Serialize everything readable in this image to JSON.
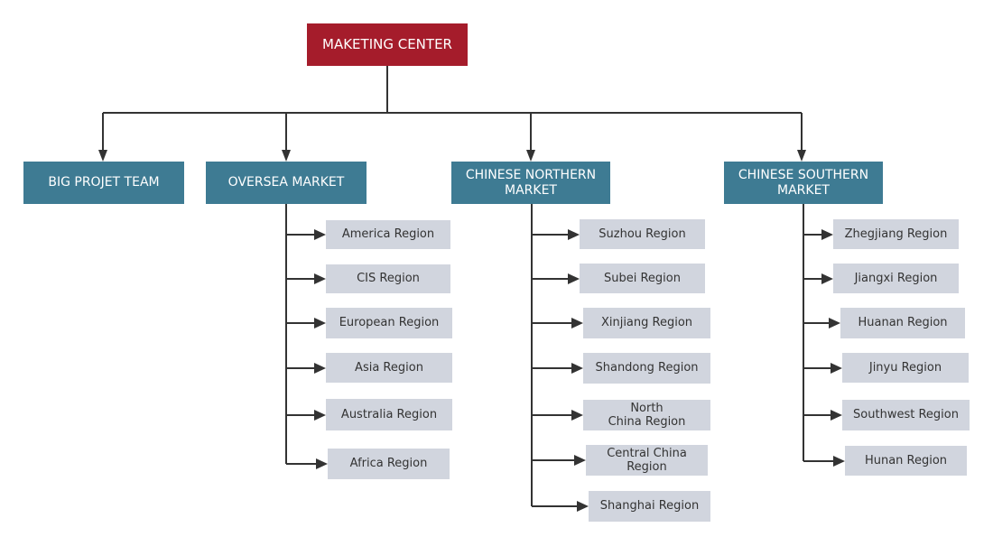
{
  "colors": {
    "root_fill": "#a51c2b",
    "market_fill": "#3e7b93",
    "region_fill": "#d1d5de",
    "connector": "#333333"
  },
  "root": {
    "label": "MAKETING CENTER"
  },
  "markets": [
    {
      "label": "BIG PROJET TEAM",
      "regions": []
    },
    {
      "label": "OVERSEA MARKET",
      "regions": [
        "America Region",
        "CIS Region",
        "European Region",
        "Asia Region",
        "Australia Region",
        "Africa Region"
      ]
    },
    {
      "label": "CHINESE NORTHERN\nMARKET",
      "regions": [
        "Suzhou Region",
        "Subei Region",
        "Xinjiang Region",
        "Shandong Region",
        "North\nChina Region",
        "Central China\nRegion",
        "Shanghai Region"
      ]
    },
    {
      "label": "CHINESE SOUTHERN\nMARKET",
      "regions": [
        "Zhegjiang Region",
        "Jiangxi Region",
        "Huanan Region",
        "Jinyu Region",
        "Southwest Region",
        "Hunan Region"
      ]
    }
  ]
}
